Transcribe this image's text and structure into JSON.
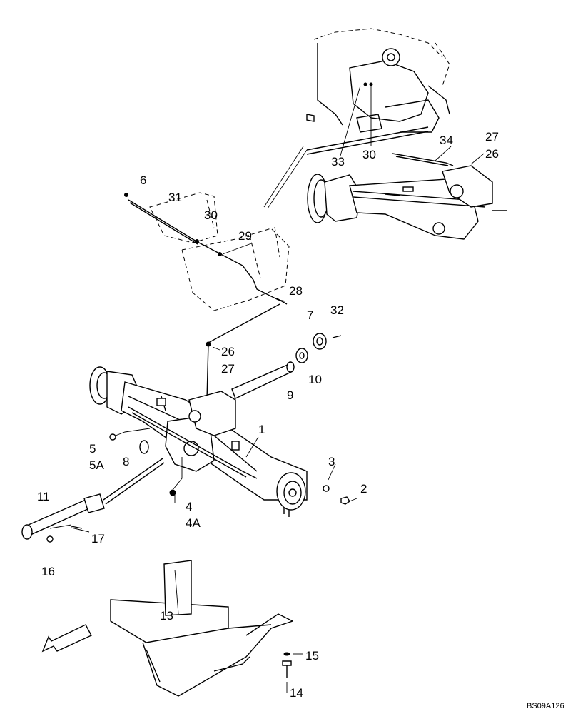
{
  "diagram": {
    "callouts": {
      "c1": "1",
      "c2": "2",
      "c3": "3",
      "c4": "4",
      "c4a": "4A",
      "c5": "5",
      "c5a": "5A",
      "c6": "6",
      "c7": "7",
      "c8": "8",
      "c9": "9",
      "c10": "10",
      "c11": "11",
      "c13": "13",
      "c14": "14",
      "c15": "15",
      "c16": "16",
      "c17": "17",
      "c26a": "26",
      "c27a": "27",
      "c26b": "26",
      "c27b": "27",
      "c28": "28",
      "c29": "29",
      "c30a": "30",
      "c30b": "30",
      "c31": "31",
      "c32": "32",
      "c33": "33",
      "c34": "34"
    },
    "figure_code": "BS09A126",
    "direction_icon": "forward-arrow-icon"
  }
}
